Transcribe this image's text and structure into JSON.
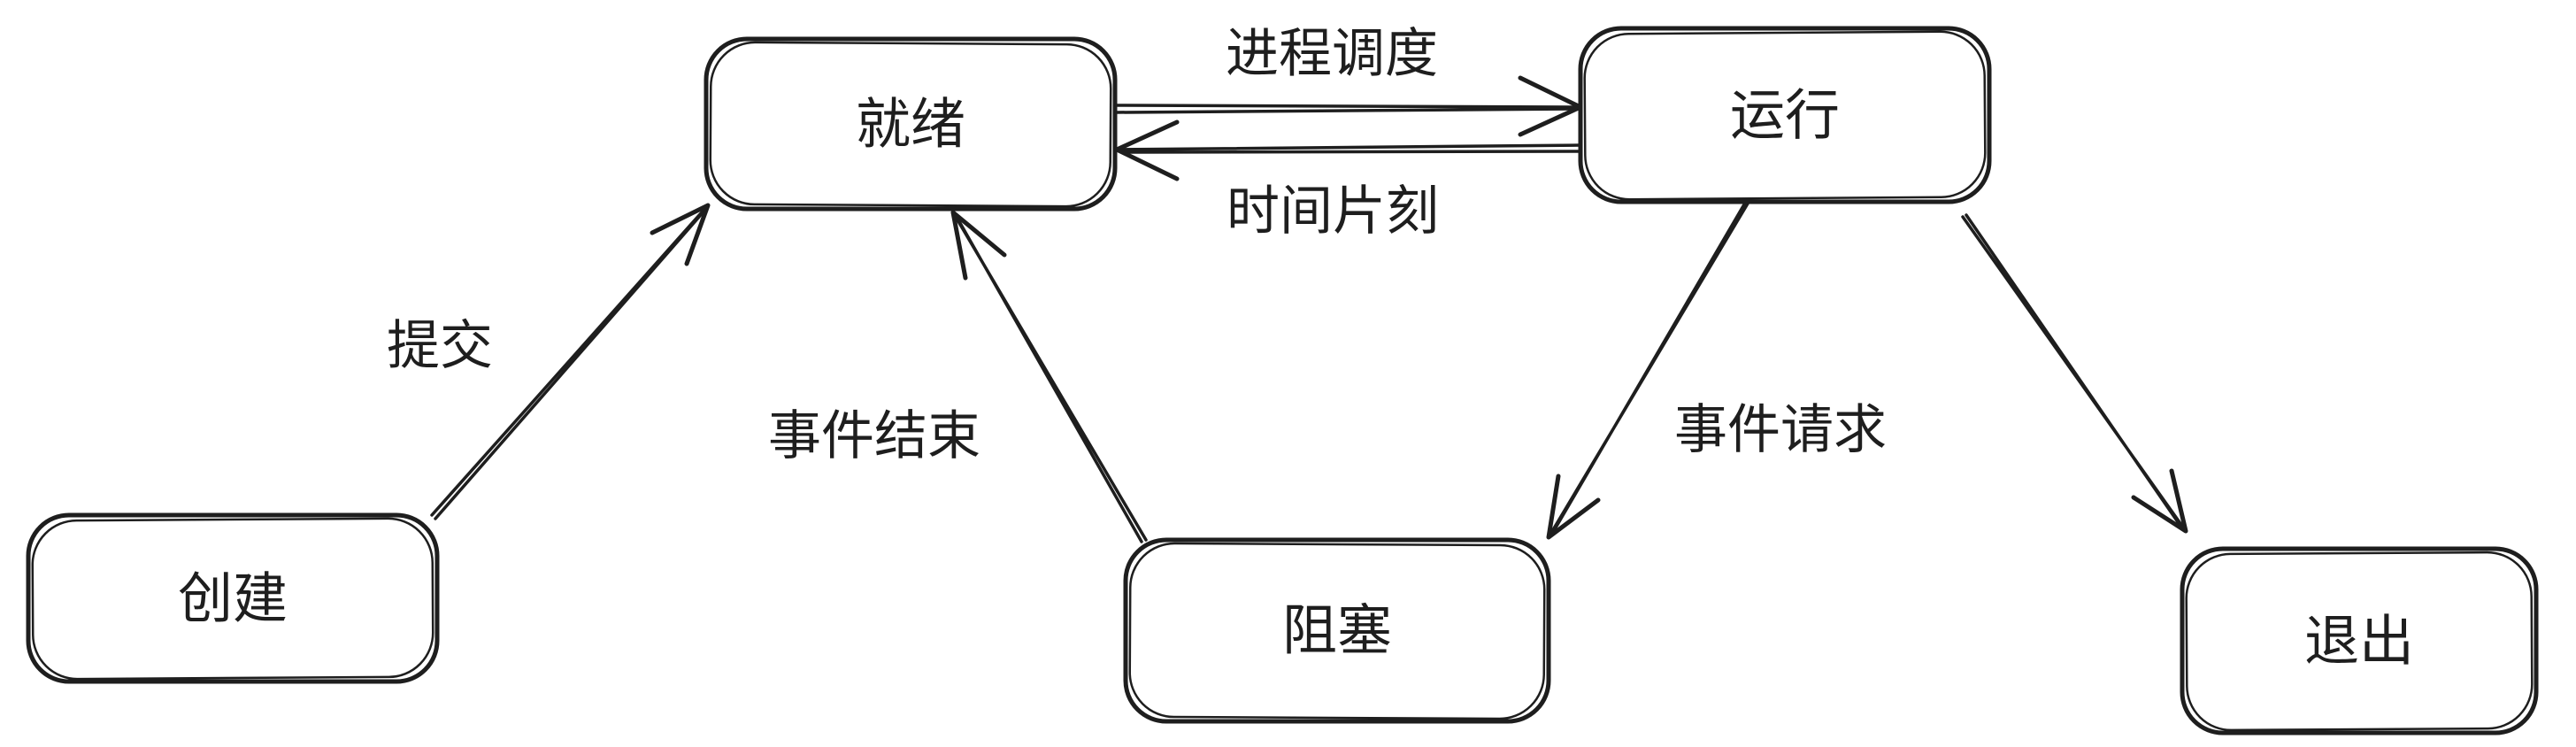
{
  "diagram": {
    "colors": {
      "stroke": "#1e1e1e",
      "background": "#ffffff"
    },
    "nodes": {
      "create": {
        "label": "创建"
      },
      "ready": {
        "label": "就绪"
      },
      "running": {
        "label": "运行"
      },
      "blocked": {
        "label": "阻塞"
      },
      "exit": {
        "label": "退出"
      }
    },
    "edges": {
      "submit": {
        "label": "提交",
        "from": "create",
        "to": "ready"
      },
      "schedule": {
        "label": "进程调度",
        "from": "ready",
        "to": "running"
      },
      "timeslice": {
        "label": "时间片刻",
        "from": "running",
        "to": "ready"
      },
      "event_request": {
        "label": "事件请求",
        "from": "running",
        "to": "blocked"
      },
      "event_end": {
        "label": "事件结束",
        "from": "blocked",
        "to": "ready"
      },
      "terminate": {
        "label": "",
        "from": "running",
        "to": "exit"
      }
    }
  }
}
